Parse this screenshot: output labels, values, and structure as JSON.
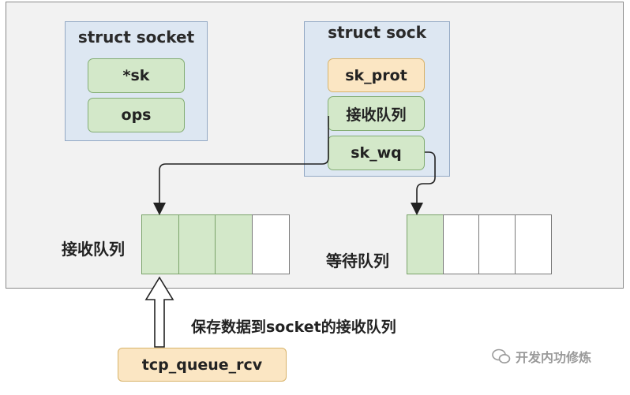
{
  "socket_panel": {
    "title": "struct socket",
    "fields": [
      "*sk",
      "ops"
    ]
  },
  "sock_panel": {
    "title": "struct sock",
    "fields": [
      "sk_prot",
      "接收队列",
      "sk_wq"
    ]
  },
  "receive_queue": {
    "label": "接收队列",
    "filled_cells": 3,
    "total_cells": 4
  },
  "wait_queue": {
    "label": "等待队列",
    "filled_cells": 1,
    "total_cells": 4
  },
  "note": "保存数据到socket的接收队列",
  "tcp_function": "tcp_queue_rcv",
  "watermark": "开发内功修炼",
  "colors": {
    "panel_bg": "#dde7f2",
    "field_green": "#d3e8c9",
    "field_orange": "#fbe6c3"
  }
}
